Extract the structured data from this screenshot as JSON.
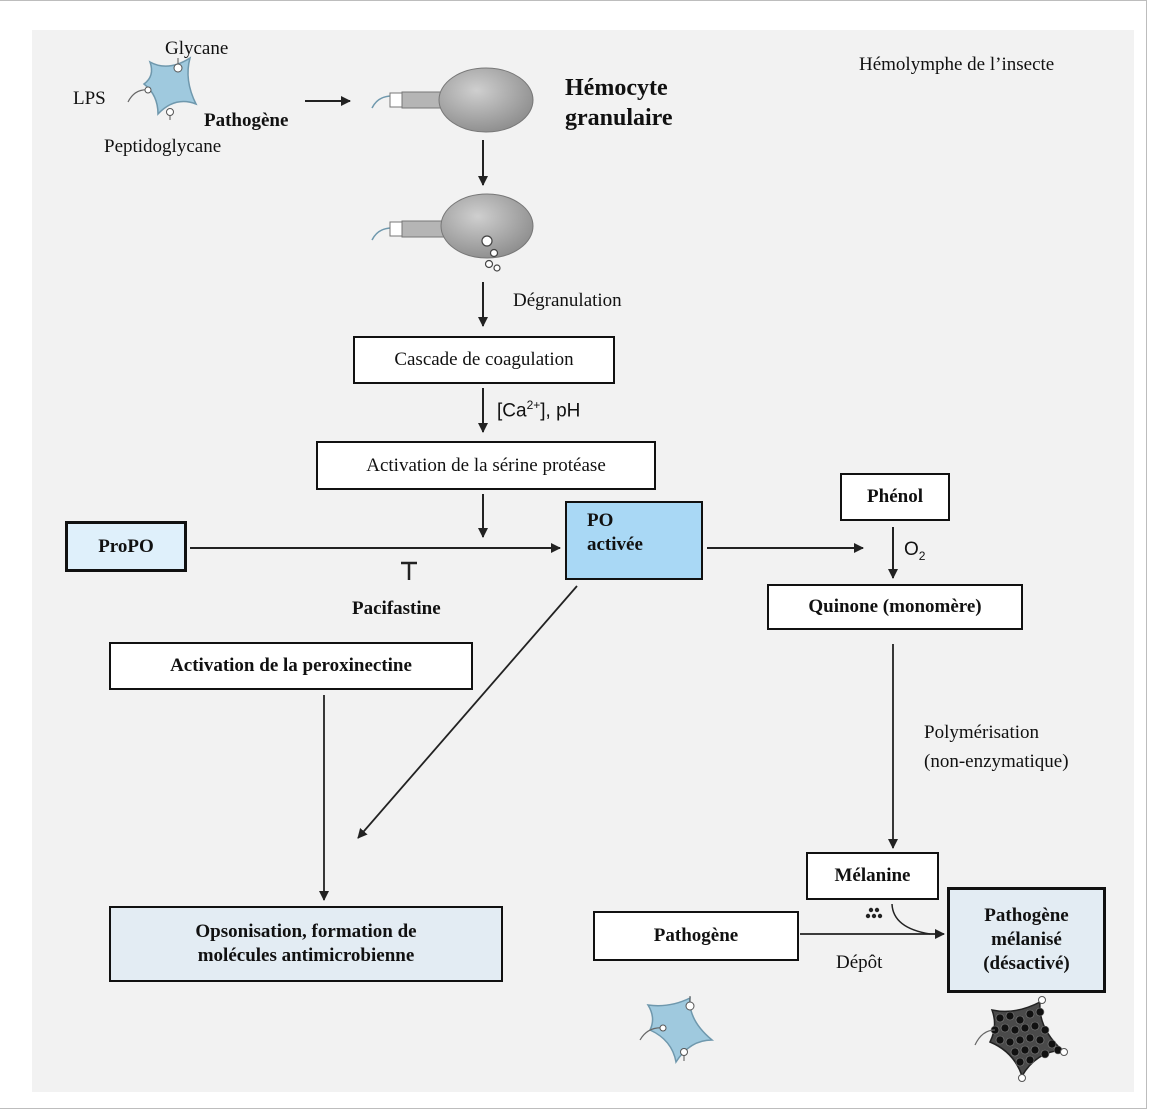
{
  "region_label": "Hémolymphe  de l’insecte",
  "pathogen": {
    "name": "Pathogène",
    "components": {
      "glycan": "Glycane",
      "lps": "LPS",
      "peptidoglycan": "Peptidoglycane"
    }
  },
  "hemocyte": {
    "line1": "Hémocyte",
    "line2": "granulaire"
  },
  "edge_labels": {
    "degranulation": "Dégranulation",
    "ca_prefix": "[Ca",
    "ca_sup": "2+",
    "ca_suffix": "], pH",
    "o2_main": "O",
    "o2_sub": "2",
    "inhibitor": "Pacifastine",
    "polymerisation_line1": "Polymérisation",
    "polymerisation_line2": "(non-enzymatique)",
    "deposit": "Dépôt"
  },
  "nodes": {
    "coagulation": "Cascade de coagulation",
    "serine": "Activation  de la sérine  protéase",
    "propo": "ProPO",
    "po_line1": "PO",
    "po_line2": "activée",
    "phenol": "Phénol",
    "quinone": "Quinone (monomère)",
    "peroxinectine": "Activation de la peroxinectine",
    "opsonisation_line1": "Opsonisation, formation de",
    "opsonisation_line2": "molécules antimicrobienne",
    "melanine": "Mélanine",
    "pathogen_box": "Pathogène",
    "melanized_line1": "Pathogène",
    "melanized_line2": "mélanisé",
    "melanized_line3": "(désactivé)"
  },
  "colors": {
    "po_box": "#a9d8f5",
    "propo_box": "#dff0fb",
    "outcome_box": "#e3ecf3",
    "pathogen_fill": "#9fc9de",
    "hemocyte_fill": "#a9a9a9",
    "background_panel": "#f2f2f2"
  }
}
